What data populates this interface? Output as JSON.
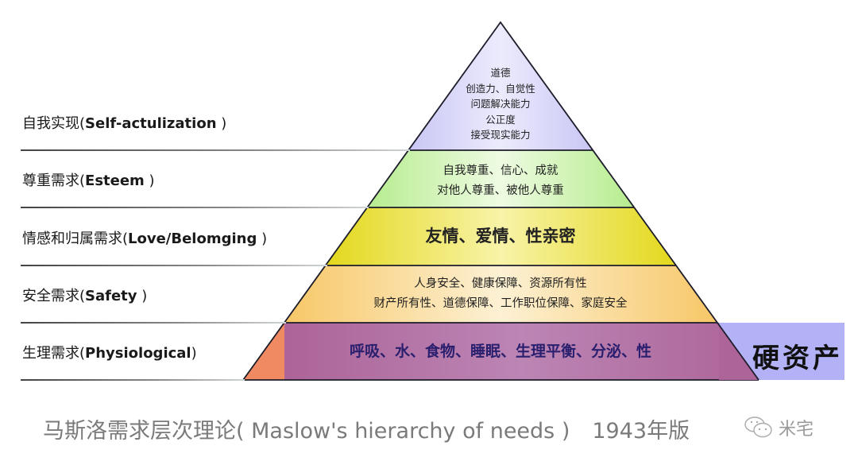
{
  "diagram": {
    "type": "pyramid",
    "title": "马斯洛需求层次理论( Maslow's hierarchy of needs )",
    "edition": "1943年版",
    "watermark": {
      "icon": "wechat-icon",
      "text": "米宅"
    },
    "side_tag": {
      "text": "硬资产",
      "color": "#b3b2f6"
    },
    "levels": [
      {
        "name_cn": "自我实现(",
        "name_en": "Self-actulization",
        "close": " )",
        "color": "#d7d5f8",
        "items": [
          "道德",
          "创造力、自觉性",
          "问题解决能力",
          "公正度",
          "接受现实能力"
        ]
      },
      {
        "name_cn": "尊重需求(",
        "name_en": "Esteem",
        "close": " )",
        "color": "#c7f0a8",
        "items": [
          "自我尊重、信心、成就",
          "对他人尊重、被他人尊重"
        ]
      },
      {
        "name_cn": "情感和归属需求(",
        "name_en": "Love/Belomging",
        "close": " )",
        "color": "#e8e23a",
        "items": [
          "友情、爱情、性亲密"
        ]
      },
      {
        "name_cn": "安全需求(",
        "name_en": "Safety",
        "close": " )",
        "color": "#f8cf78",
        "items": [
          "人身安全、健康保障、资源所有性",
          "财产所有性、道德保障、工作职位保障、家庭安全"
        ]
      },
      {
        "name_cn": "生理需求(",
        "name_en": "Physiological",
        "close": ")",
        "color": "#b06ea6",
        "accent_color": "#f08a62",
        "items": [
          "呼吸、水、食物、睡眠、生理平衡、分泌、性"
        ]
      }
    ]
  }
}
